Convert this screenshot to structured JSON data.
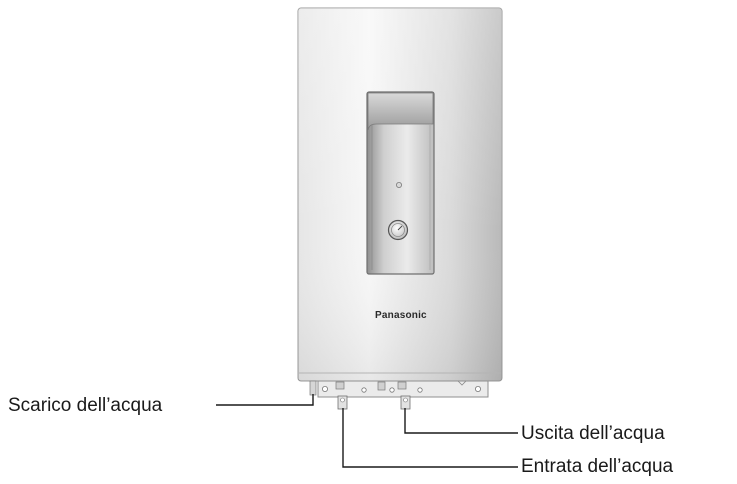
{
  "device": {
    "brand": "Panasonic"
  },
  "callouts": {
    "drain": "Scarico dell’acqua",
    "outlet": "Uscita dell’acqua",
    "inlet": "Entrata dell’acqua"
  }
}
